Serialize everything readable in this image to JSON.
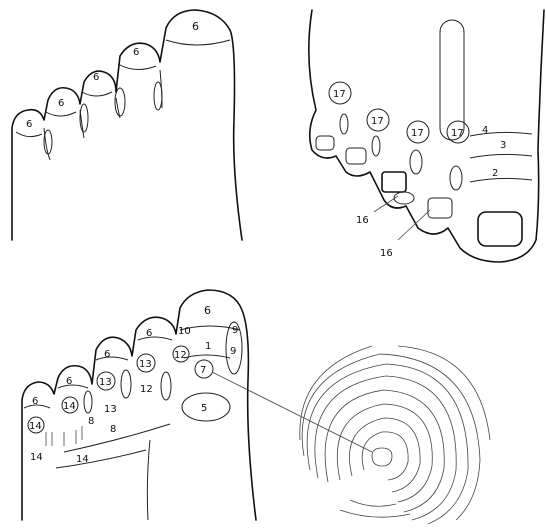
{
  "panel_top_left": {
    "toe_labels": [
      "6",
      "6",
      "6",
      "6",
      "6"
    ]
  },
  "panel_top_right": {
    "labels": {
      "z17a": "17",
      "z17b": "17",
      "z17c": "17",
      "z17d": "17",
      "z4": "4",
      "z3": "3",
      "z2": "2",
      "z16a": "16",
      "z16b": "16"
    }
  },
  "panel_bottom": {
    "labels": {
      "big_toe_top": "6",
      "big_toe_1": "1",
      "big_toe_7": "7",
      "big_toe_5": "5",
      "big_toe_9a": "9",
      "big_toe_9b": "9",
      "big_toe_10": "10",
      "big_toe_12": "12",
      "t2_6": "6",
      "t2_13": "13",
      "t2_12": "12",
      "t3_6": "6",
      "t3_13": "13",
      "t3_13b": "13",
      "t4_6": "6",
      "t4_14": "14",
      "t4_8": "8",
      "t4_8b": "8",
      "t5_6": "6",
      "t5_14": "14",
      "t5_14b": "14",
      "t5_14c": "14"
    }
  }
}
